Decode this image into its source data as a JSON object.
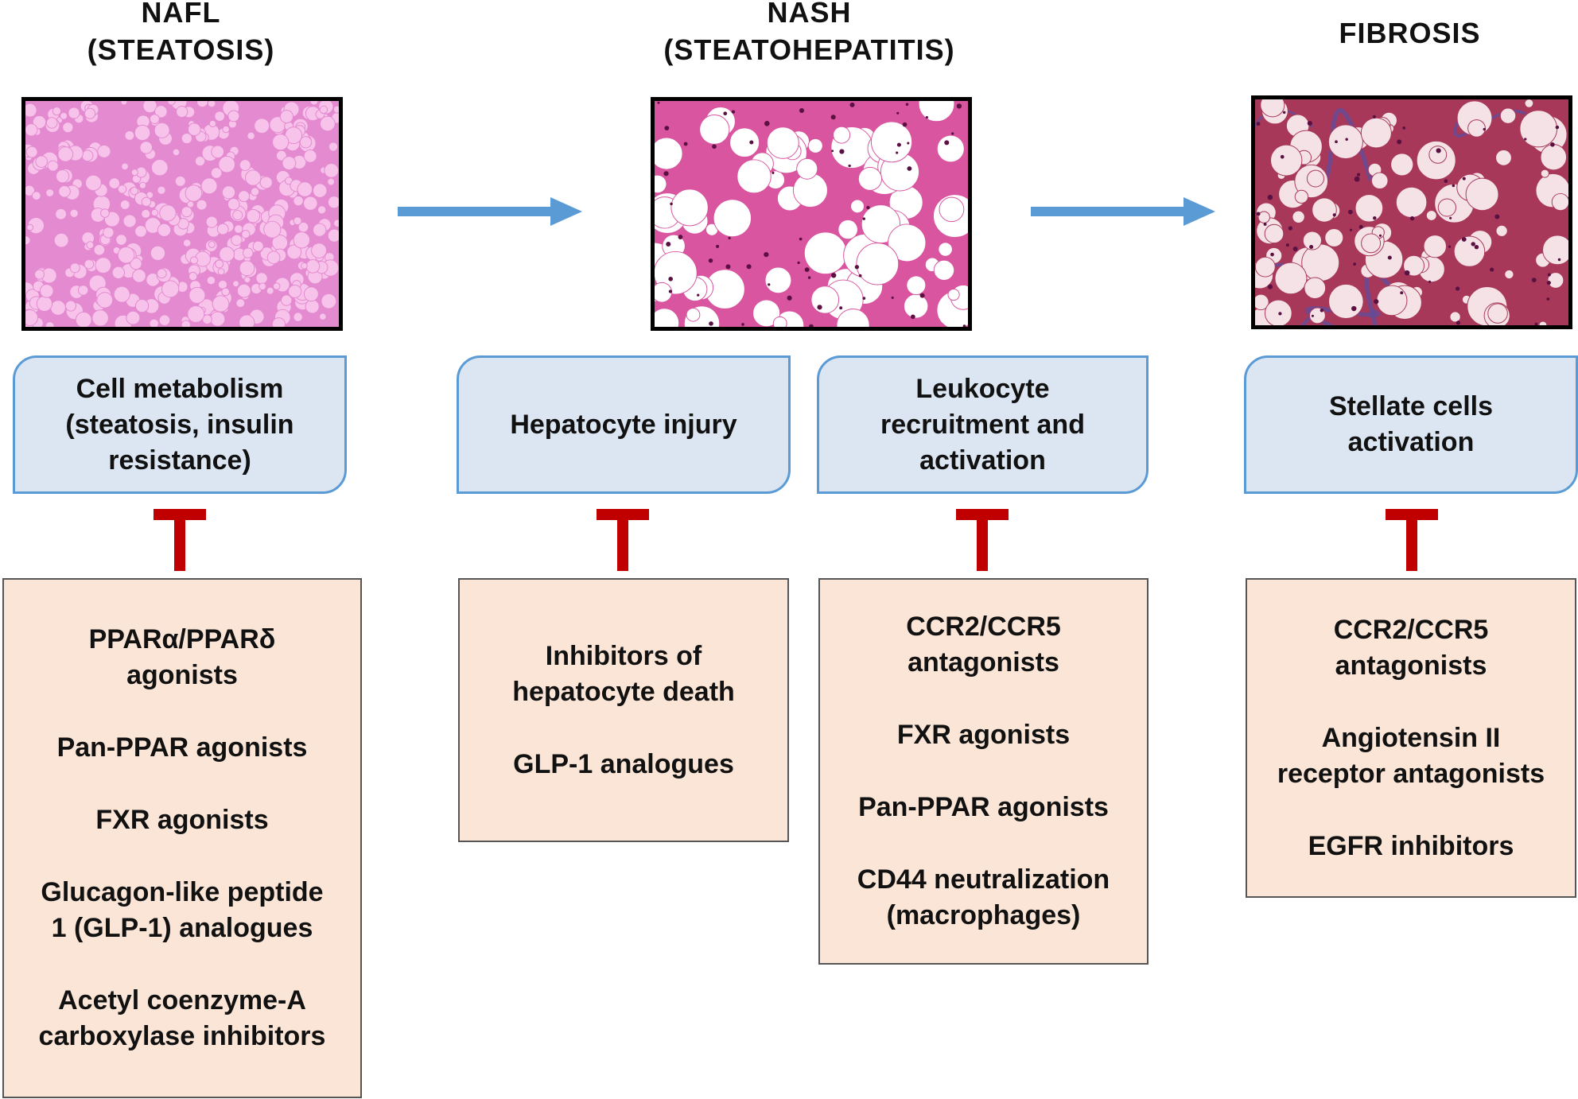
{
  "stages": [
    {
      "title_line1": "NAFL",
      "title_line2": "(STEATOSIS)"
    },
    {
      "title_line1": "NASH",
      "title_line2": "(STEATOHEPATITIS)"
    },
    {
      "title_line1": "FIBROSIS",
      "title_line2": ""
    }
  ],
  "processes": [
    {
      "label": "Cell metabolism\n(steatosis, insulin\nresistance)"
    },
    {
      "label": "Hepatocyte injury"
    },
    {
      "label": "Leukocyte\nrecruitment and\nactivation"
    },
    {
      "label": "Stellate cells\nactivation"
    }
  ],
  "treatments": [
    {
      "items": [
        "PPARα/PPARδ\nagonists",
        "Pan-PPAR agonists",
        "FXR agonists",
        "Glucagon-like peptide\n1 (GLP-1) analogues",
        "Acetyl coenzyme-A\ncarboxylase inhibitors"
      ]
    },
    {
      "items": [
        "Inhibitors of\nhepatocyte death",
        "GLP-1 analogues"
      ]
    },
    {
      "items": [
        "CCR2/CCR5\nantagonists",
        "FXR agonists",
        "Pan-PPAR agonists",
        "CD44 neutralization\n(macrophages)"
      ]
    },
    {
      "items": [
        "CCR2/CCR5\nantagonists",
        "Angiotensin II\nreceptor antagonists",
        "EGFR inhibitors"
      ]
    }
  ],
  "colors": {
    "arrow": "#5b9bd5",
    "inhibition": "#c00000",
    "process_fill": "#dce6f2",
    "process_border": "#5b9bd5",
    "treatment_fill": "#fbe5d6"
  },
  "icons": {
    "stage_arrow": "right-arrow-icon",
    "inhibition": "inhibition-t-icon"
  }
}
